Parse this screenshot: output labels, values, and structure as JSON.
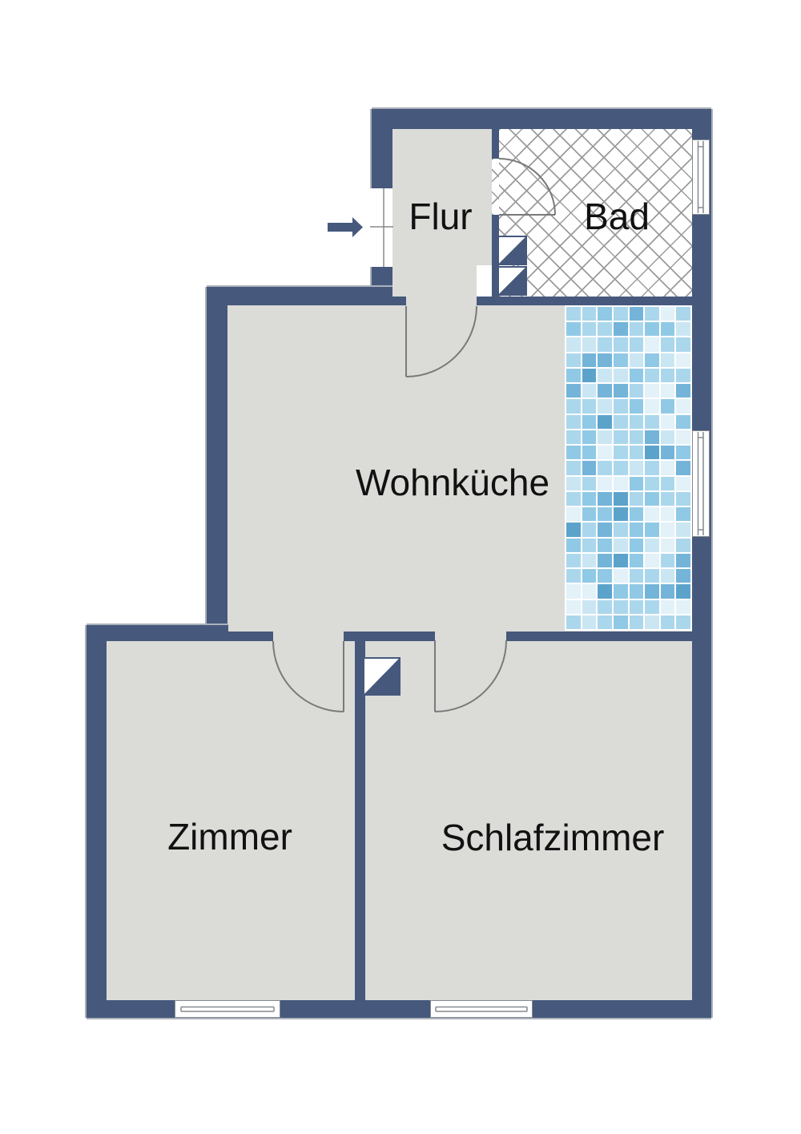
{
  "rooms": [
    {
      "name": "Flur"
    },
    {
      "name": "Bad"
    },
    {
      "name": "Wohnküche"
    },
    {
      "name": "Zimmer"
    },
    {
      "name": "Schlafzimmer"
    }
  ],
  "symbols": {
    "entrance_arrow": "arrow-right",
    "door_arcs": 4,
    "windows": 4,
    "shaft_squares": 3,
    "bad_floor_pattern": "diagonal-crosshatch",
    "kitchen_strip_pattern": "blue-mosaic-tiles"
  },
  "colors": {
    "wall": "#46597C",
    "floor": "#DBDBD8",
    "hatch_line": "#9B9B9B",
    "door_line": "#7A7A7A",
    "window_frame": "#85898F",
    "outer_outline": "#ABB1BA",
    "text": "#111111",
    "background": "#FFFFFF"
  },
  "mosaic": {
    "palette": [
      "#E3F1F8",
      "#CBE6F3",
      "#ABD7EC",
      "#90C9E5",
      "#74B4D9",
      "#5CA3CC"
    ],
    "weights": [
      0.14,
      0.2,
      0.26,
      0.2,
      0.13,
      0.07
    ],
    "cols": 8,
    "rows": 21,
    "seed": 11
  }
}
